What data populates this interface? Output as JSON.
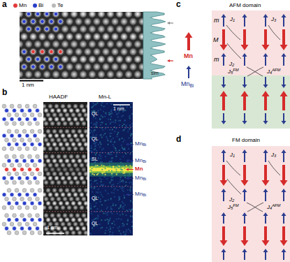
{
  "diagram": {
    "labels": [
      "a",
      "1 nm",
      "sim",
      "b",
      "HAADF",
      "Mn-L",
      "QL",
      "QL",
      "SL",
      "QL",
      "QL",
      "MnBi",
      "MnBi",
      "Mn",
      "MnBi",
      "MnBi",
      "1 nm",
      "1 nm",
      "c",
      "AFM domain",
      "m",
      "M",
      "m",
      "J1",
      "J2",
      "J3",
      "J5FM",
      "J4AFM",
      "d",
      "FM domain",
      "J1",
      "J2",
      "J3",
      "J5FM",
      "J4AFM"
    ],
    "legend": [
      {
        "text": "Mn",
        "color": "#e23a3a"
      },
      {
        "text": "Bi",
        "color": "#2a3fc9"
      },
      {
        "text": "Te",
        "color": "#b8b8b8"
      },
      {
        "text": "Mn"
      },
      {
        "text": "MnBi"
      }
    ]
  }
}
